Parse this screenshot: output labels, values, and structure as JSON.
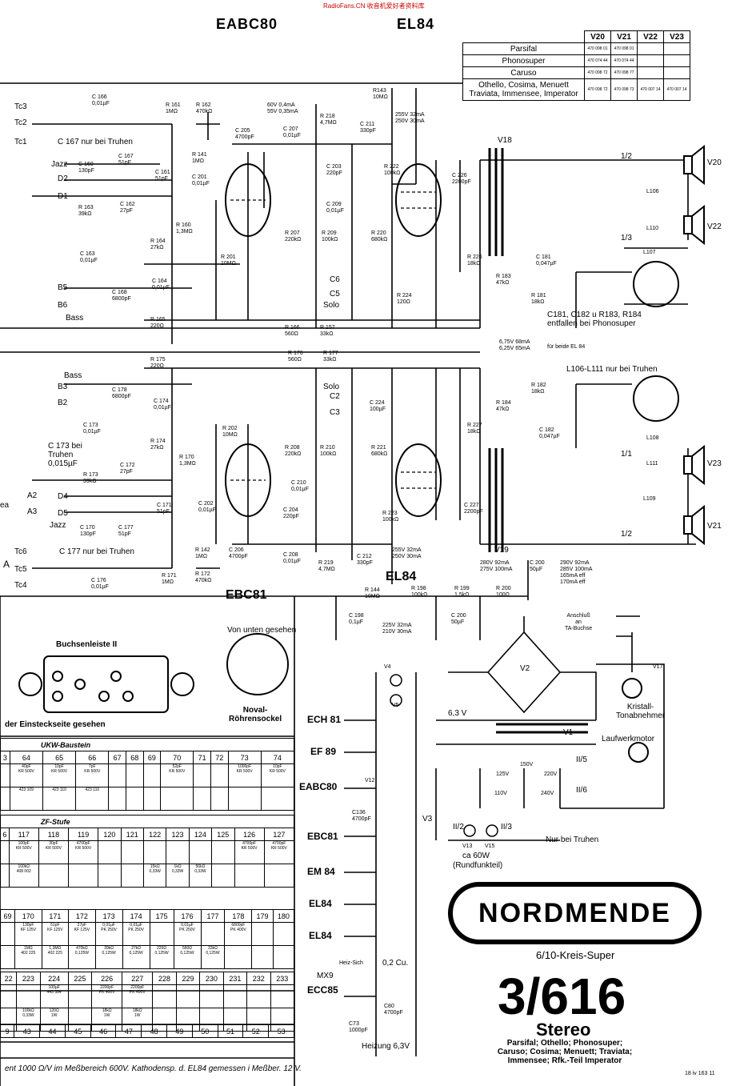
{
  "header": {
    "watermark": "RadioFans.CN 收音机爱好者资料库",
    "tube_left": "EABC80",
    "tube_right": "EL84"
  },
  "variants": {
    "columns": [
      "V20",
      "V21",
      "V22",
      "V23"
    ],
    "rows": [
      {
        "name": "Parsifal",
        "codes": [
          "470 098 01",
          "470 098 01",
          "",
          ""
        ]
      },
      {
        "name": "Phonosuper",
        "codes": [
          "470 074 44",
          "470 074 44",
          "",
          ""
        ]
      },
      {
        "name": "Caruso",
        "codes": [
          "470 098 72",
          "470 098 77",
          "",
          ""
        ]
      },
      {
        "name": "Othello, Cosima, Menuett\nTraviata, Immensee, Imperator",
        "codes": [
          "470 098 72",
          "470 098 73",
          "470 007 14",
          "470 007 14"
        ]
      }
    ]
  },
  "labels": {
    "tc3": "Tc3",
    "tc2": "Tc2",
    "tc1": "Tc1",
    "tc6": "Tc6",
    "tc5": "Tc5",
    "tc4": "Tc4",
    "c167_note": "C 167 nur bei Truhen",
    "c177_note": "C 177 nur bei Truhen",
    "jazz": "Jazz",
    "d2": "D2",
    "d1": "D1",
    "b5": "B5",
    "b6": "B6",
    "bass": "Bass",
    "bass2": "Bass",
    "b3": "B3",
    "b2": "B2",
    "d4": "D4",
    "d5": "D5",
    "jazz2": "Jazz",
    "c173_note": "C 173 bei\nTruhen\n0,015µF",
    "a2": "A2",
    "a3": "A3",
    "a": "A",
    "ea": "ea",
    "solo1": "Solo",
    "solo2": "Solo",
    "c6": "C6",
    "c5": "C5",
    "c2": "C2",
    "c3": "C3",
    "ebc81": "EBC81",
    "el84_lower": "EL84",
    "v18": "V18",
    "v19": "V19",
    "v20": "V20",
    "v21": "V21",
    "v22": "V22",
    "v23": "V23",
    "l106": "L106",
    "l110": "L110",
    "l107": "L107",
    "l108": "L108",
    "l111": "L111",
    "l109": "L109",
    "half1": "1/2",
    "third": "1/3",
    "one1": "1/1",
    "half2": "1/2",
    "phonosuper_note": "C181, C182 u R183, R184\nentfallen bei Phonosuper",
    "l106_note": "L106-L111 nur bei Truhen",
    "ma_note": "6,75V 68mA\n6,25V 65mA",
    "ma_note_suffix": "für beide EL 84",
    "mA1": "255V 32mA\n250V 30mA",
    "mA2": "60V 0,4mA\n55V 0,35mA",
    "mA3": "255V 32mA\n250V 30mA",
    "mA4": "225V 32mA\n210V 30mA",
    "mA5": "280V 92mA\n275V 100mA",
    "mA6": "290V 92mA\n285V 100mA\n165mA eff\n170mA eff",
    "c200": "C 200\n50µF",
    "anschluss": "Anschluß\nan\nTA-Buchse",
    "v17": "V17",
    "kristall": "Kristall-\nTonabnehmer",
    "laufwerk": "Laufwerkmotor",
    "v2": "V2",
    "v1": "V1",
    "v6_3": "6,3 V",
    "ii5": "II/5",
    "ii6": "II/6",
    "ii2": "II/2",
    "ii3": "II/3",
    "v125": "125V",
    "v150": "150V",
    "v220": "220V",
    "v110": "110V",
    "v240": "240V",
    "nur_truhen": "Nur bei Truhen",
    "v13": "V13",
    "v15": "V15",
    "ca60w": "ca 60W",
    "rundfunk": "(Rundfunkteil)",
    "v3": "V3",
    "v4": "V4",
    "v5": "V5",
    "v12": "V12",
    "ech81": "ECH 81",
    "ef89": "EF 89",
    "eabc80b": "EABC80",
    "ebc81b": "EBC81",
    "em84": "EM 84",
    "el84a": "EL84",
    "el84b": "EL84",
    "ecc85": "ECC85",
    "mx9": "MX9",
    "heiz": "Heiz-Sich",
    "cu": "0,2 Cu.",
    "heizung": "Heizung 6,3V",
    "c136": "C136\n4700pF",
    "c80": "C80\n4700pF",
    "c73": "C73\n1000pF",
    "buchsen_title": "Buchsenleiste II",
    "einsteck": "der Einsteckseite gesehen",
    "von_unten": "Von unten gesehen",
    "noval": "Noval-\nRöhrensockel",
    "subtitle": "6/10-Kreis-Super",
    "model": "3/616",
    "stereo": "Stereo",
    "models_list": "Parsifal; Othello; Phonosuper;\nCaruso; Cosima; Menuett; Traviata;\nImmensee; Rfk.-Teil Imperator",
    "footer_note": "ent 1000 Ω/V im Meßbereich 600V. Kathodensp. d. EL84 gemessen i Meßber. 12 V.",
    "docnum": "18 iv 163 11"
  },
  "components": [
    "C 166\n0,01µF",
    "R 161\n1MΩ",
    "R 162\n470kΩ",
    "R143\n10MΩ",
    "R 218\n4,7MΩ",
    "C 211\n330pF",
    "C 205\n4700pF",
    "C 207\n0,01µF",
    "C 203\n220pF",
    "C 209\n0,01µF",
    "R 207\n220kΩ",
    "R 209\n100kΩ",
    "R 222\n100kΩ",
    "R 220\n680kΩ",
    "C 226\n2200pF",
    "R 226\n18kΩ",
    "C 181\n0,047µF",
    "R 183\n47kΩ",
    "R 181\n18kΩ",
    "R 224\n120Ω",
    "R 201\n10MΩ",
    "C 160\n130pF",
    "C 167\n51pF",
    "C 161\n51pF",
    "R 163\n39kΩ",
    "C 162\n27pF",
    "C 201\n0,01µF",
    "R 141\n1MΩ",
    "R 160\n1,3MΩ",
    "C 163\n0,01µF",
    "R 164\n27kΩ",
    "C 168\n6800pF",
    "C 164\n0,01µF",
    "R 165\n220Ω",
    "R 166\n560Ω",
    "R 157\n33kΩ",
    "R 175\n220Ω",
    "R 176\n560Ω",
    "R 177\n33kΩ",
    "C 178\n6800pF",
    "C 174\n0,01µF",
    "C 173\n0,01µF",
    "R 174\n27kΩ",
    "C 172\n27pF",
    "R 170\n1,3MΩ",
    "R 173\n39kΩ",
    "C 171\n51pF",
    "C 170\n130pF",
    "C 177\n51pF",
    "C 202\n0,01µF",
    "R 142\n1MΩ",
    "R 172\n470kΩ",
    "C 176\n0,01µF",
    "R 171\n1MΩ",
    "R 202\n10MΩ",
    "C 206\n4700pF",
    "R 208\n220kΩ",
    "R 210\n100kΩ",
    "C 210\n0,01µF",
    "C 204\n220pF",
    "C 208\n0,01µF",
    "R 219\n4,7MΩ",
    "C 212\n330pF",
    "R 144\n10MΩ",
    "C 224\n100µF",
    "R 221\n680kΩ",
    "R 223\n100kΩ",
    "R 227\n18kΩ",
    "R 184\n47kΩ",
    "R 182\n18kΩ",
    "C 182\n0,047µF",
    "C 227\n2200pF",
    "R 198\n100kΩ",
    "R 199\n1,5kΩ",
    "R 200\n100Ω",
    "C 198\n0,1µF",
    "C 200\n50µF"
  ],
  "ukw_table": {
    "title": "UKW-Baustein",
    "cols": [
      "3",
      "64",
      "65",
      "66",
      "67",
      "68",
      "69",
      "70",
      "71",
      "72",
      "73",
      "74"
    ],
    "r1": [
      "",
      "40pF\nKR 500V",
      "10pF\nKR 500V",
      "7pF\nKR 500V",
      "",
      "",
      "",
      "52pF\nKR 500V",
      "",
      "",
      "1000pF\nKR 500V",
      "10pF\nKR 500V"
    ],
    "r2": [
      "",
      "423 109",
      "423 110",
      "423 110",
      "",
      "",
      "",
      "",
      "",
      "",
      "",
      ""
    ]
  },
  "zf_table": {
    "title": "ZF-Stufe",
    "cols": [
      "6",
      "117",
      "118",
      "119",
      "120",
      "121",
      "122",
      "123",
      "124",
      "125",
      "126",
      "127"
    ],
    "r1": [
      "",
      "100pF\nKR 500V",
      "30pF\nKR 500V",
      "4700pF\nKR 500V",
      "",
      "",
      "",
      "",
      "",
      "",
      "4700pF\nKR 500V",
      "4700pF\nKR 500V"
    ],
    "r2": [
      "",
      "100kΩ\n408 002",
      "",
      "",
      "",
      "",
      "15kΩ\n0,33W",
      "1kΩ\n0,33W",
      "56kΩ\n0,33W",
      "",
      "",
      ""
    ]
  },
  "nf_table1": {
    "cols": [
      "69",
      "170",
      "171",
      "172",
      "173",
      "174",
      "175",
      "176",
      "177",
      "178",
      "179",
      "180"
    ],
    "r1": [
      "",
      "130pF\nKF 125V",
      "51pF\nKF 125V",
      "27pF\nKF 125V",
      "0,01µF\nPK 250V",
      "0,01µF\nPK 250V",
      "",
      "0,01µF\nPK 250V",
      "",
      "6800pF\nPK 400V",
      "",
      ""
    ],
    "r2": [
      "",
      "1MΩ\n402 225",
      "1,3MΩ\n402 225",
      "470kΩ\n0,125W",
      "39kΩ\n0,125W",
      "27kΩ\n0,125W",
      "220Ω\n0,125W",
      "560Ω\n0,125W",
      "33kΩ\n0,125W",
      "",
      "",
      ""
    ]
  },
  "nf_table2": {
    "cols": [
      "22",
      "223",
      "224",
      "225",
      "226",
      "227",
      "228",
      "229",
      "230",
      "231",
      "232",
      "233"
    ],
    "r1": [
      "",
      "",
      "100µF\n443 384",
      "",
      "2200pF\nPK 400V",
      "2200pF\nPK 400V",
      "",
      "",
      "",
      "",
      "",
      ""
    ],
    "r2": [
      "",
      "100kΩ\n0,33W",
      "120Ω\n1W",
      "",
      "18kΩ\n1W",
      "18kΩ\n1W",
      "",
      "",
      "",
      "",
      "",
      ""
    ]
  },
  "last_row": [
    "9",
    "43",
    "44",
    "45",
    "46",
    "47",
    "48",
    "49",
    "50",
    "51",
    "52",
    "53"
  ]
}
